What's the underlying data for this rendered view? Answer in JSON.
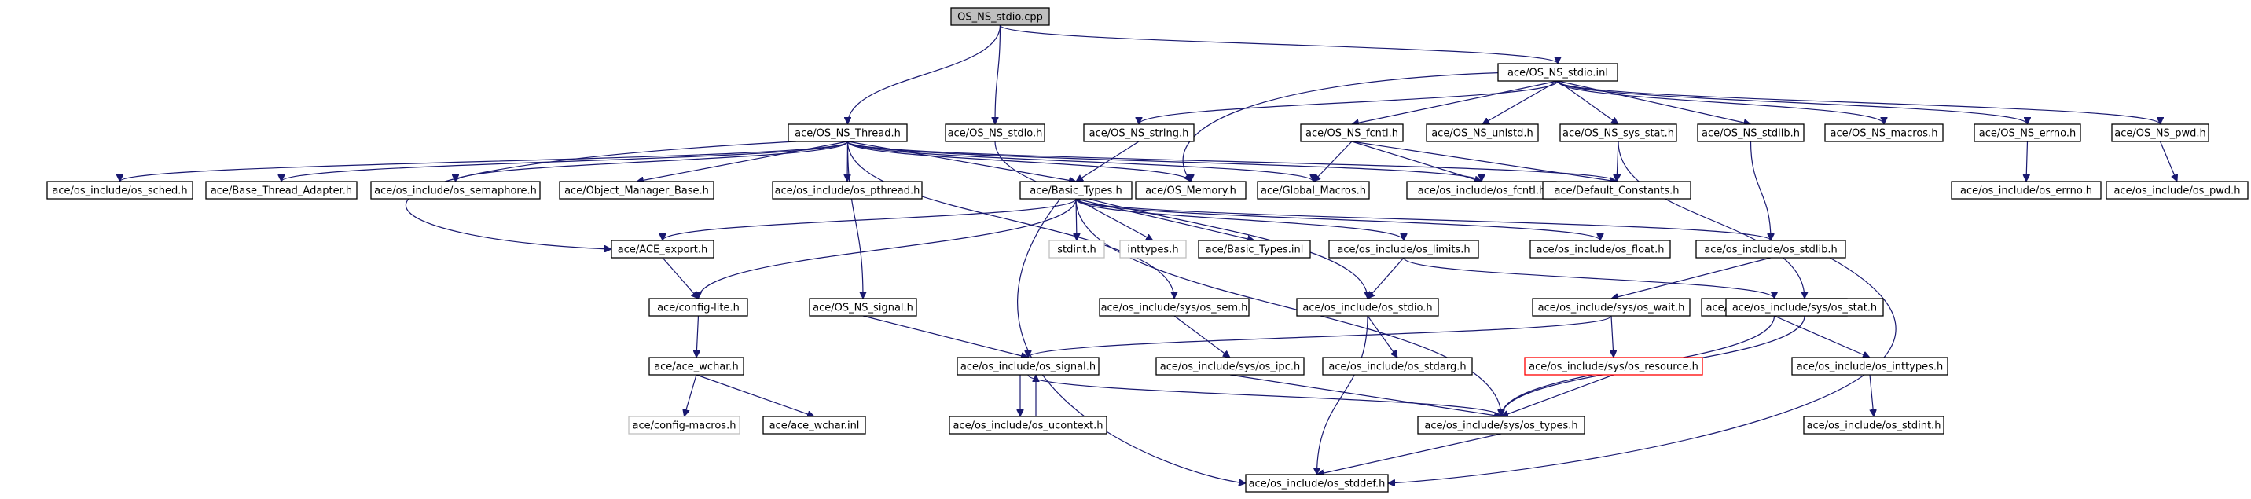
{
  "graph": {
    "nodes": {
      "root": {
        "label": "OS_NS_stdio.cpp",
        "style": "root"
      },
      "stdio_inl": {
        "label": "ace/OS_NS_stdio.inl"
      },
      "ns_thread": {
        "label": "ace/OS_NS_Thread.h"
      },
      "ns_stdio_h": {
        "label": "ace/OS_NS_stdio.h"
      },
      "ns_string": {
        "label": "ace/OS_NS_string.h"
      },
      "ns_fcntl": {
        "label": "ace/OS_NS_fcntl.h"
      },
      "ns_unistd": {
        "label": "ace/OS_NS_unistd.h"
      },
      "ns_sys_stat": {
        "label": "ace/OS_NS_sys_stat.h"
      },
      "ns_stdlib": {
        "label": "ace/OS_NS_stdlib.h"
      },
      "ns_macros": {
        "label": "ace/OS_NS_macros.h"
      },
      "ns_errno": {
        "label": "ace/OS_NS_errno.h"
      },
      "ns_pwd": {
        "label": "ace/OS_NS_pwd.h"
      },
      "os_sched": {
        "label": "ace/os_include/os_sched.h"
      },
      "base_thread": {
        "label": "ace/Base_Thread_Adapter.h"
      },
      "os_semaphore": {
        "label": "ace/os_include/os_semaphore.h"
      },
      "obj_mgr": {
        "label": "ace/Object_Manager_Base.h"
      },
      "os_pthread": {
        "label": "ace/os_include/os_pthread.h"
      },
      "basic_types": {
        "label": "ace/Basic_Types.h"
      },
      "os_memory": {
        "label": "ace/OS_Memory.h"
      },
      "global_macros": {
        "label": "ace/Global_Macros.h"
      },
      "os_fcntl": {
        "label": "ace/os_include/os_fcntl.h"
      },
      "default_const": {
        "label": "ace/Default_Constants.h"
      },
      "os_errno": {
        "label": "ace/os_include/os_errno.h"
      },
      "os_pwd": {
        "label": "ace/os_include/os_pwd.h"
      },
      "ace_export": {
        "label": "ace/ACE_export.h"
      },
      "stdint": {
        "label": "stdint.h",
        "style": "missing"
      },
      "inttypes": {
        "label": "inttypes.h",
        "style": "missing"
      },
      "basic_types_inl": {
        "label": "ace/Basic_Types.inl"
      },
      "os_limits": {
        "label": "ace/os_include/os_limits.h"
      },
      "os_float": {
        "label": "ace/os_include/os_float.h"
      },
      "os_stdlib": {
        "label": "ace/os_include/os_stdlib.h"
      },
      "config_lite": {
        "label": "ace/config-lite.h"
      },
      "ns_signal": {
        "label": "ace/OS_NS_signal.h"
      },
      "sys_sem": {
        "label": "ace/os_include/sys/os_sem.h"
      },
      "os_stdio": {
        "label": "ace/os_include/os_stdio.h"
      },
      "sys_wait": {
        "label": "ace/os_include/sys/os_wait.h"
      },
      "os_unistd": {
        "label": "ace/os_include/os_unistd.h"
      },
      "sys_stat": {
        "label": "ace/os_include/sys/os_stat.h"
      },
      "ace_wchar": {
        "label": "ace/ace_wchar.h"
      },
      "os_signal": {
        "label": "ace/os_include/os_signal.h"
      },
      "sys_ipc": {
        "label": "ace/os_include/sys/os_ipc.h"
      },
      "os_stdarg": {
        "label": "ace/os_include/os_stdarg.h"
      },
      "sys_resource": {
        "label": "ace/os_include/sys/os_resource.h",
        "style": "trunc"
      },
      "os_inttypes": {
        "label": "ace/os_include/os_inttypes.h"
      },
      "config_macros": {
        "label": "ace/config-macros.h",
        "style": "missing"
      },
      "ace_wchar_inl": {
        "label": "ace/ace_wchar.inl"
      },
      "os_ucontext": {
        "label": "ace/os_include/os_ucontext.h"
      },
      "sys_types": {
        "label": "ace/os_include/sys/os_types.h"
      },
      "os_stdint": {
        "label": "ace/os_include/os_stdint.h"
      },
      "os_stddef": {
        "label": "ace/os_include/os_stddef.h"
      }
    }
  }
}
